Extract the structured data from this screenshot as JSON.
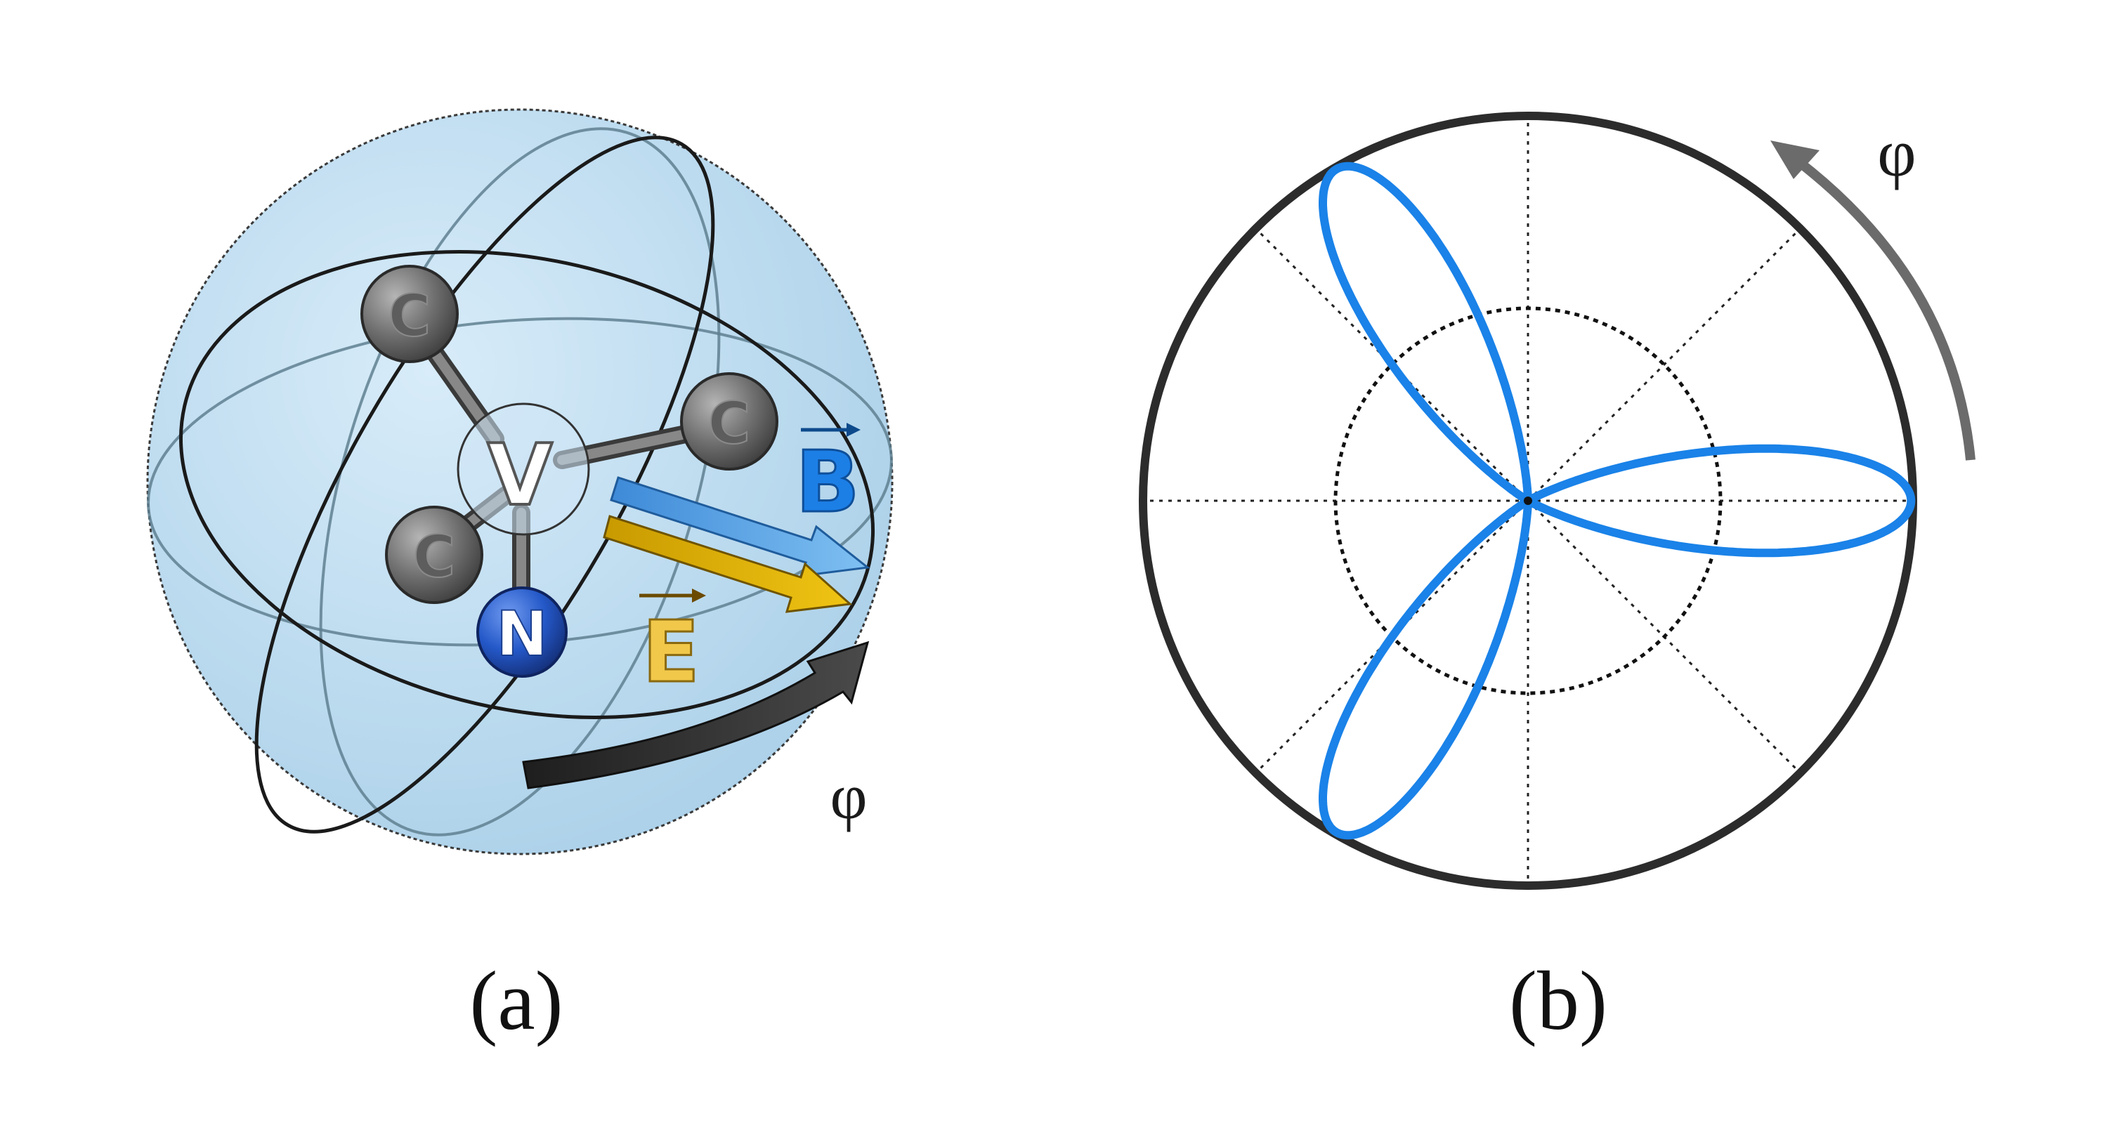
{
  "panels": {
    "a": {
      "caption": "(a)",
      "angle_symbol": "φ",
      "atoms": {
        "carbon": "C",
        "vacancy": "V",
        "nitrogen": "N"
      },
      "vectors": {
        "b_field": "B",
        "e_field": "E"
      }
    },
    "b": {
      "caption": "(b)",
      "angle_symbol": "φ",
      "polar_plot": {
        "lobes": 3,
        "lobe_angles_deg": [
          0,
          120,
          240
        ],
        "outer_radius_norm": 1.0,
        "inner_dotted_circle_norm": 0.5,
        "spokes_deg": [
          0,
          45,
          90,
          135,
          180,
          225,
          270,
          315
        ]
      }
    }
  },
  "colors": {
    "sphere_fill": "#bcdcf0",
    "carbon_gray": "#6f6f6f",
    "nitrogen_blue": "#2458c8",
    "b_arrow_blue": "#4a9ae0",
    "b_label_blue": "#1c7fe6",
    "e_arrow_gold": "#e3b400",
    "e_label_gold": "#f1c84a",
    "rotation_arrow_dark": "#2e2e2e",
    "rotation_arrow_gray": "#6b6b6b",
    "polar_curve": "#1a82e8"
  }
}
